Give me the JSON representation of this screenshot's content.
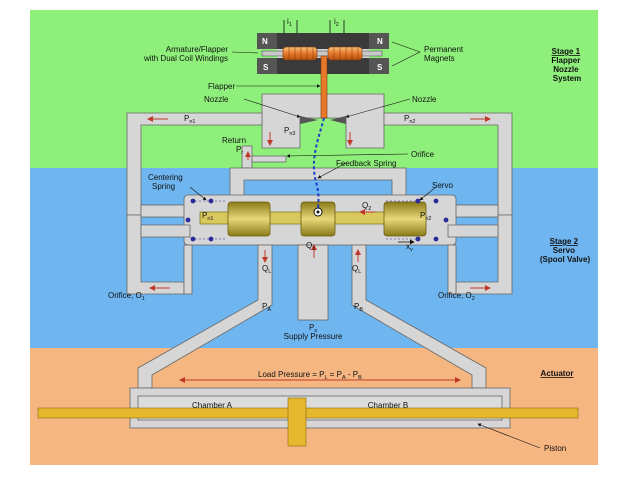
{
  "stages": {
    "stage1": [
      "Stage 1",
      "Flapper",
      "Nozzle",
      "System"
    ],
    "stage2": [
      "Stage 2",
      "Servo",
      "(Spool Valve)"
    ],
    "actuator": "Actuator"
  },
  "labels": {
    "armature_line1": "Armature/Flapper",
    "armature_line2": "with Dual Coil Windings",
    "magnets_line1": "Permanent",
    "magnets_line2": "Magnets",
    "flapper": "Flapper",
    "nozzle_left": "Nozzle",
    "nozzle_right": "Nozzle",
    "return": "Return",
    "orifice_center": "Orifice",
    "feedback_spring": "Feedback Spring",
    "centering_line1": "Centering",
    "centering_line2": "Spring",
    "servo": "Servo",
    "orifice_o1": "Orifice, O",
    "orifice_o2": "Orifice, O",
    "supply_pressure": "Supply Pressure",
    "load_pressure": "Load Pressure = P",
    "chamber_a": "Chamber A",
    "chamber_b": "Chamber B",
    "piston": "Piston"
  },
  "pole": {
    "n": "N",
    "s": "S"
  },
  "symbols": {
    "i": "i",
    "one": "1",
    "two": "2",
    "p": "P",
    "q": "Q",
    "x": "x",
    "v": "v",
    "n1": "n1",
    "n2": "n2",
    "n3": "n3",
    "r": "r",
    "a": "A",
    "b": "B",
    "s": "s",
    "l": "L",
    "eq": " = P",
    "minus": " - P"
  }
}
